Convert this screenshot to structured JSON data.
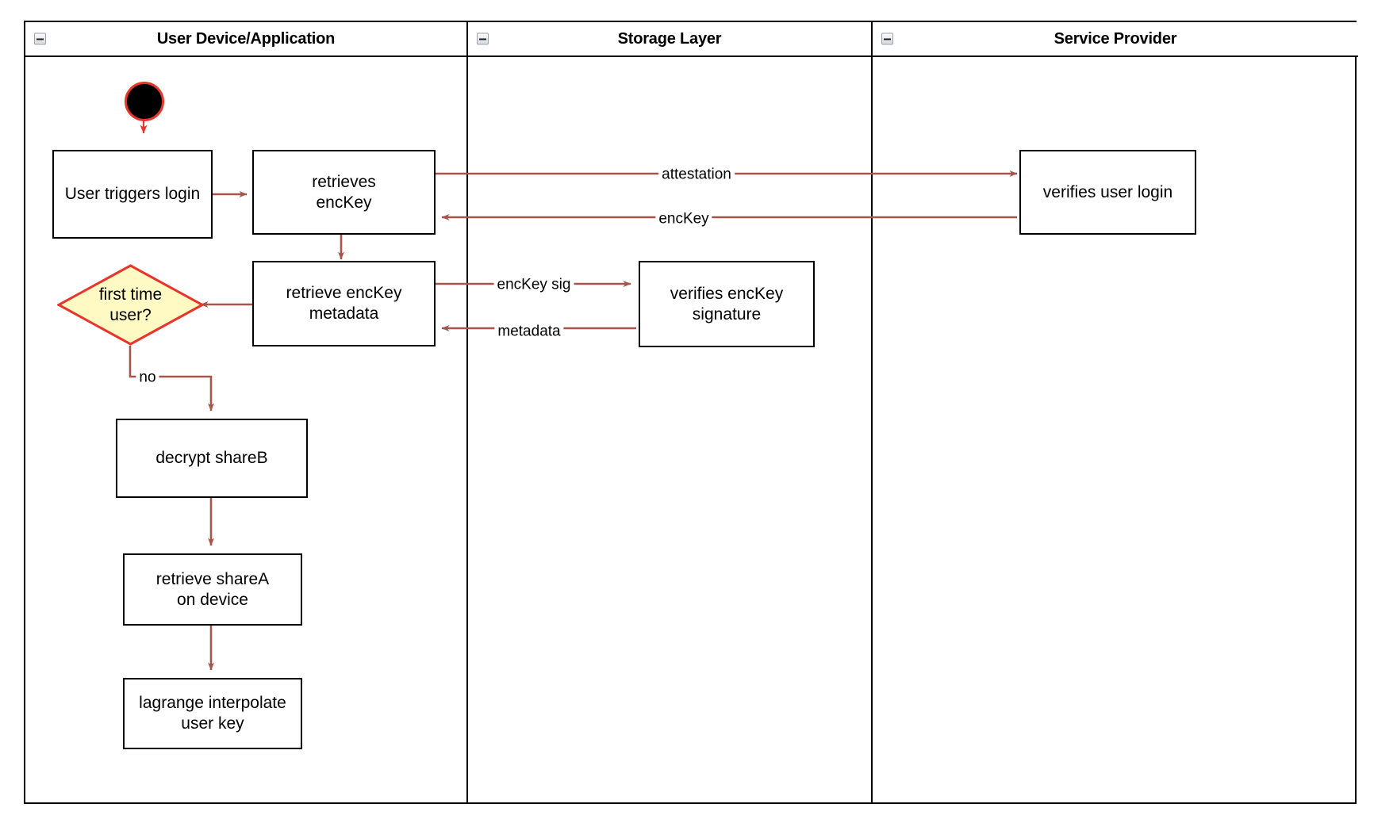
{
  "diagram": {
    "title": "User login key-reconstruction swimlane flow",
    "type": "swimlane-activity-diagram",
    "colors": {
      "lane_border": "#000000",
      "node_border": "#000000",
      "node_fill": "#ffffff",
      "edge": "#a5564c",
      "start_edge": "#e8352b",
      "decision_fill": "#fff9c4",
      "decision_border": "#e8352b",
      "text": "#000000",
      "background": "#ffffff"
    }
  },
  "lanes": [
    {
      "id": "user-device",
      "title": "User Device/Application",
      "collapse_icon": "collapse-minus-icon"
    },
    {
      "id": "storage-layer",
      "title": "Storage Layer",
      "collapse_icon": "collapse-minus-icon"
    },
    {
      "id": "service-provider",
      "title": "Service Provider",
      "collapse_icon": "collapse-minus-icon"
    }
  ],
  "nodes": {
    "start": {
      "label": "",
      "kind": "start-node",
      "lane": "user-device"
    },
    "user_triggers_login": {
      "label": "User triggers login",
      "kind": "action",
      "lane": "user-device"
    },
    "retrieves_enckey": {
      "label": "retrieves\nencKey",
      "kind": "action",
      "lane": "user-device"
    },
    "retrieve_enckey_metadata": {
      "label": "retrieve encKey\nmetadata",
      "kind": "action",
      "lane": "user-device"
    },
    "first_time_user": {
      "label": "first time\nuser?",
      "kind": "decision",
      "lane": "user-device"
    },
    "decrypt_shareb": {
      "label": "decrypt shareB",
      "kind": "action",
      "lane": "user-device"
    },
    "retrieve_sharea": {
      "label": "retrieve shareA\non device",
      "kind": "action",
      "lane": "user-device"
    },
    "lagrange_interpolate": {
      "label": "lagrange interpolate\nuser key",
      "kind": "action",
      "lane": "user-device"
    },
    "verifies_enckey_signature": {
      "label": "verifies encKey\nsignature",
      "kind": "action",
      "lane": "storage-layer"
    },
    "verifies_user_login": {
      "label": "verifies user login",
      "kind": "action",
      "lane": "service-provider"
    }
  },
  "edge_labels": {
    "attestation": "attestation",
    "enckey": "encKey",
    "enckey_sig": "encKey sig",
    "metadata": "metadata",
    "no": "no"
  },
  "edges": [
    {
      "from": "start",
      "to": "user_triggers_login",
      "label": ""
    },
    {
      "from": "user_triggers_login",
      "to": "retrieves_enckey",
      "label": ""
    },
    {
      "from": "retrieves_enckey",
      "to": "verifies_user_login",
      "label": "attestation"
    },
    {
      "from": "verifies_user_login",
      "to": "retrieves_enckey",
      "label": "encKey"
    },
    {
      "from": "retrieves_enckey",
      "to": "retrieve_enckey_metadata",
      "label": ""
    },
    {
      "from": "retrieve_enckey_metadata",
      "to": "verifies_enckey_signature",
      "label": "encKey sig"
    },
    {
      "from": "verifies_enckey_signature",
      "to": "retrieve_enckey_metadata",
      "label": "metadata"
    },
    {
      "from": "retrieve_enckey_metadata",
      "to": "first_time_user",
      "label": ""
    },
    {
      "from": "first_time_user",
      "to": "decrypt_shareb",
      "label": "no"
    },
    {
      "from": "decrypt_shareb",
      "to": "retrieve_sharea",
      "label": ""
    },
    {
      "from": "retrieve_sharea",
      "to": "lagrange_interpolate",
      "label": ""
    }
  ]
}
